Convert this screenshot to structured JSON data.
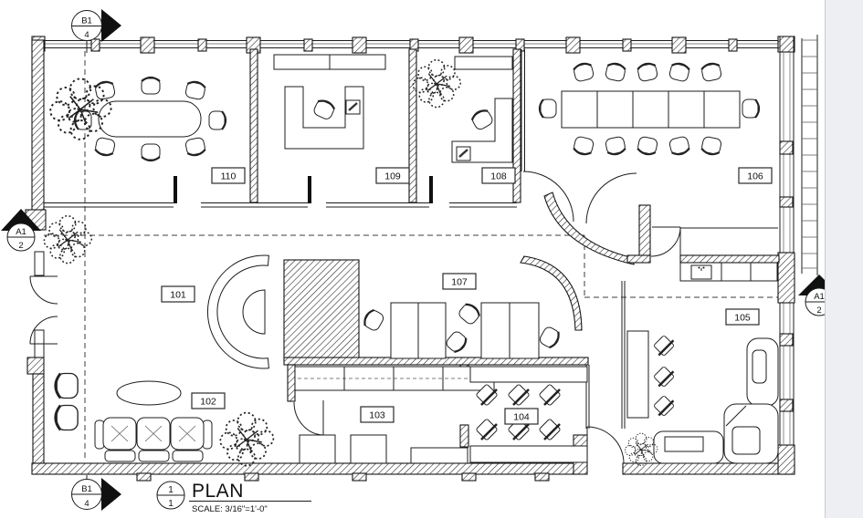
{
  "drawing": {
    "background": "#ffffff",
    "panel_color": "#edeff2",
    "line_color": "#1c1c1c"
  },
  "rooms": {
    "r101": "101",
    "r102": "102",
    "r103": "103",
    "r104": "104",
    "r105": "105",
    "r106": "106",
    "r107": "107",
    "r108": "108",
    "r109": "109",
    "r110": "110"
  },
  "markers": {
    "top": {
      "code": "B1",
      "sheet": "4"
    },
    "left": {
      "code": "A1",
      "sheet": "2"
    },
    "right": {
      "code": "A1",
      "sheet": "2"
    },
    "bottom": {
      "code": "B1",
      "sheet": "4"
    }
  },
  "title_block": {
    "detail_number": "1",
    "sheet_number": "1",
    "title": "PLAN",
    "scale": "SCALE: 3/16\"=1'-0\""
  }
}
